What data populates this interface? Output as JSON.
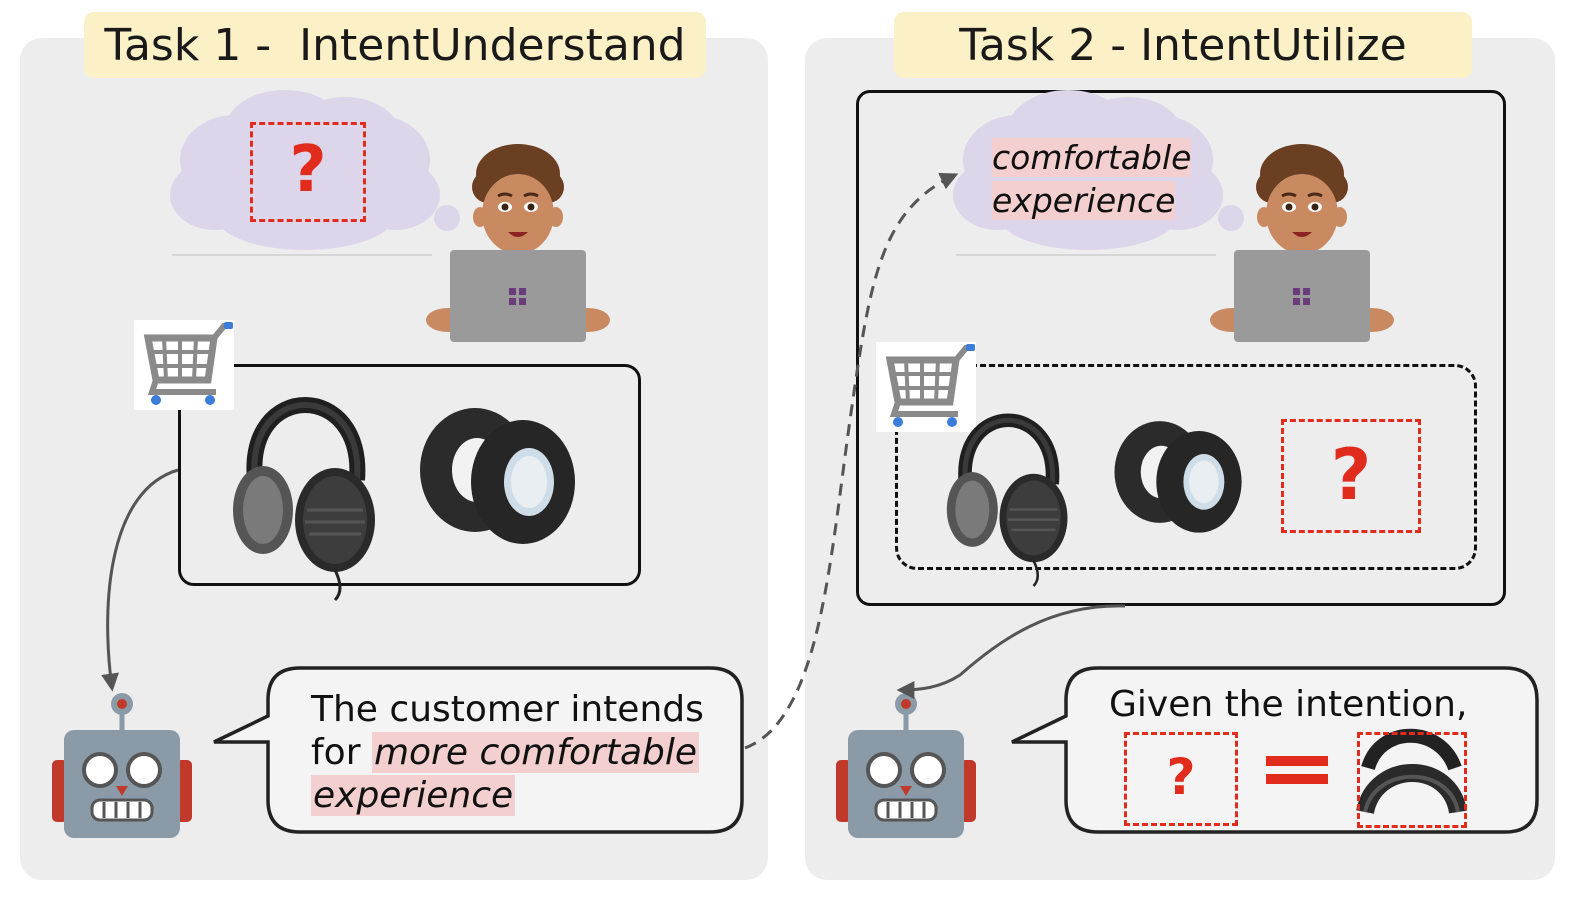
{
  "task1": {
    "title": "Task 1 -  IntentUnderstand",
    "thought_placeholder": "?",
    "response": {
      "line1": "The customer intends",
      "line2_prefix": "for ",
      "line2_highlight": "more comfortable",
      "line3_highlight": "experience"
    },
    "cart_items": [
      "headphones",
      "ear-pads"
    ]
  },
  "task2": {
    "title": "Task 2 - IntentUtilize",
    "thought": {
      "line1": "comfortable",
      "line2": "experience"
    },
    "cart_placeholder": "?",
    "response": {
      "line1": "Given the intention,",
      "question": "?"
    },
    "cart_items": [
      "headphones",
      "ear-pads",
      "unknown-item"
    ],
    "answer_item": "headband-pads"
  },
  "colors": {
    "panel": "#ededed",
    "title_bg": "#fbf0c6",
    "highlight": "#f3cfcf",
    "dashed_red": "#e02b1d",
    "cloud": "#ddd5ea"
  }
}
